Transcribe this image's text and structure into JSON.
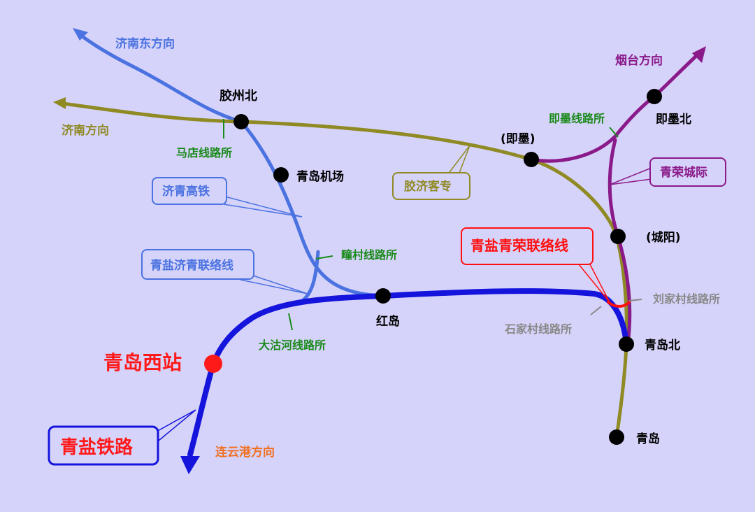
{
  "colors": {
    "background": "#d6d3fb",
    "jinan_east_line": "#4a72e0",
    "jiaoji_line": "#8f8a24",
    "qingrong_line": "#8a1a8a",
    "qingyan_line": "#1414dc",
    "link_line": "#ff1010",
    "station": "#000000",
    "qingdao_west_station": "#ff1a1a",
    "green_label": "#1a8a1a",
    "orange_label": "#f07020",
    "gray_label": "#888888"
  },
  "directions": {
    "jinan_east": "济南东方向",
    "jinan": "济南方向",
    "yantai": "烟台方向",
    "lianyungang": "连云港方向"
  },
  "stations": {
    "jiaozhou_bei": "胶州北",
    "qingdao_jichang": "青岛机场",
    "jimo": "(即墨)",
    "jimo_bei": "即墨北",
    "chengyang": "(城阳)",
    "hongdao": "红岛",
    "qingdao_bei": "青岛北",
    "qingdao": "青岛",
    "qingdao_xi": "青岛西站"
  },
  "junctions": {
    "madian": "马店线路所",
    "jimo_junction": "即墨线路所",
    "tongcun": "疃村线路所",
    "dagu_river": "大沽河线路所",
    "liujiacun": "刘家村线路所",
    "shijiacun": "石家村线路所"
  },
  "callouts": {
    "jiqing_hsr": "济青高铁",
    "qingyan_jiqing_link": "青盐济青联络线",
    "jiaoji_pdl": "胶济客专",
    "qingrong_intercity": "青荣城际",
    "qingyan_qingrong_link": "青盐青荣联络线",
    "qingyan_railway": "青盐铁路"
  }
}
